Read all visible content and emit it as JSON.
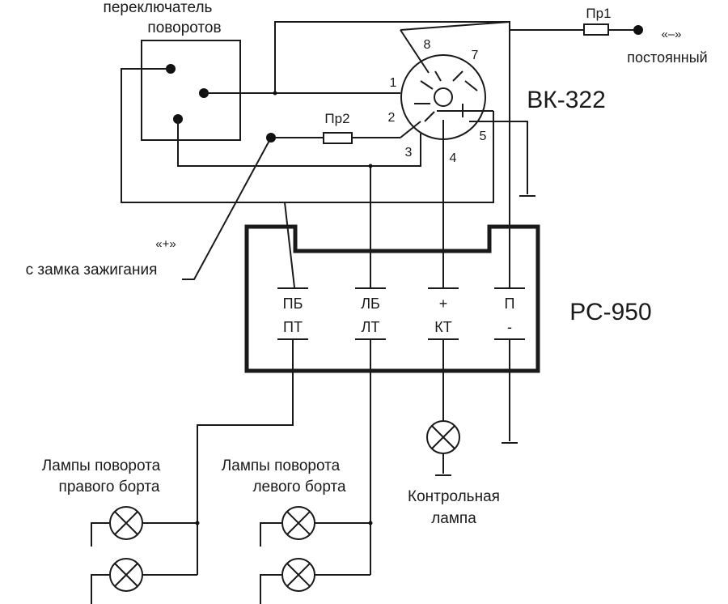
{
  "labels": {
    "switch_line1": "переключатель",
    "switch_line2": "поворотов",
    "fuse1": "Пр1",
    "fuse2": "Пр2",
    "minus_sign": "«–»",
    "constant": "постоянный",
    "vk_name": "ВК-322",
    "pin1": "1",
    "pin2": "2",
    "pin3": "3",
    "pin4": "4",
    "pin5": "5",
    "pin7": "7",
    "pin8": "8",
    "plus_sign": "«+»",
    "ignition": "с замка зажигания",
    "rs_name": "РС-950",
    "term_pb": "ПБ",
    "term_lb": "ЛБ",
    "term_plus": "+",
    "term_p": "П",
    "term_pt": "ПТ",
    "term_lt": "ЛТ",
    "term_kt": "КТ",
    "term_minus": "-",
    "right_lamps_line1": "Лампы поворота",
    "right_lamps_line2": "правого борта",
    "left_lamps_line1": "Лампы поворота",
    "left_lamps_line2": "левого борта",
    "control_lamp_line1": "Контрольная",
    "control_lamp_line2": "лампа"
  },
  "colors": {
    "ink": "#1a1a1a",
    "background": "#ffffff"
  }
}
